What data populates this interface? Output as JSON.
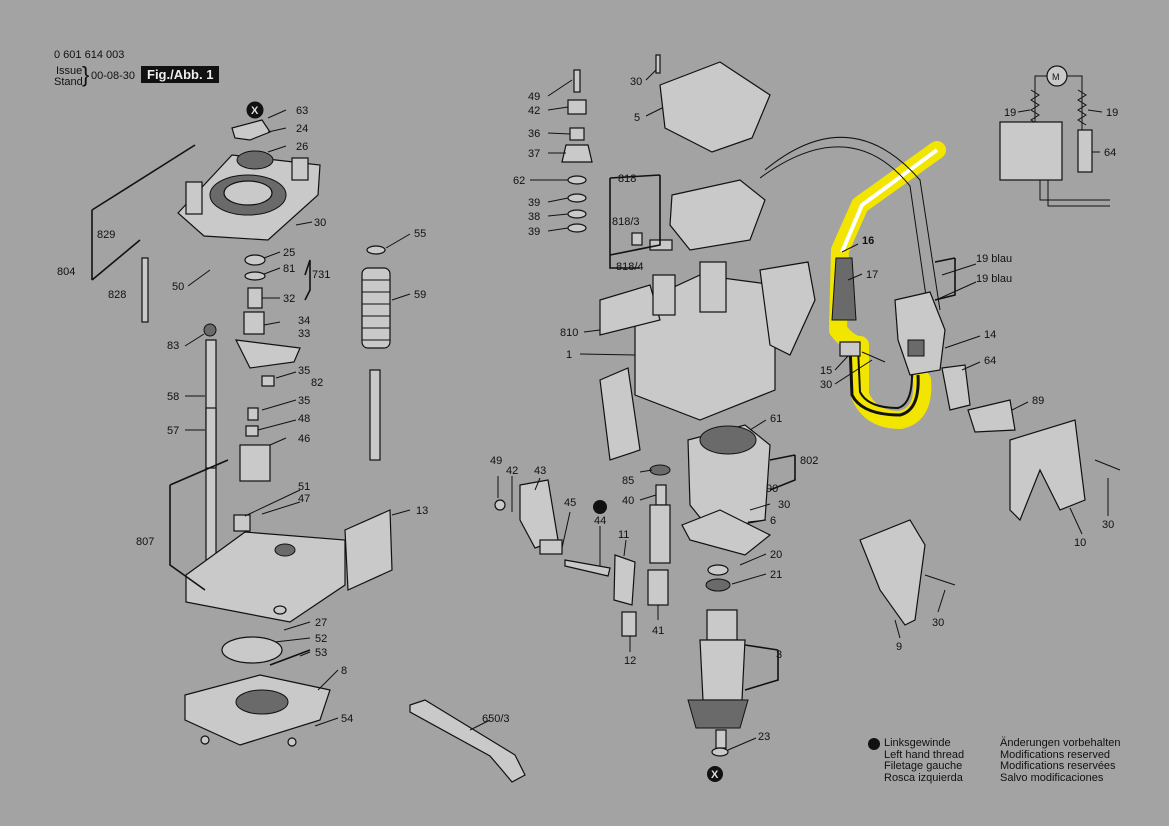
{
  "header": {
    "part_number": "0 601 614 003",
    "issue_label": "Issue",
    "stand_label": "Stand",
    "date": "00-08-30",
    "figure": "Fig./Abb. 1"
  },
  "legend": {
    "left": [
      "Linksgewinde",
      "Left hand thread",
      "Filetage gauche",
      "Rosca izquierda"
    ],
    "right": [
      "Änderungen vorbehalten",
      "Modifications reserved",
      "Modifications reservées",
      "Salvo modificaciones"
    ]
  },
  "labels": {
    "l63": "63",
    "l24": "24",
    "l26": "26",
    "l30a": "30",
    "l829": "829",
    "l804": "804",
    "l25": "25",
    "l81": "81",
    "l731": "731",
    "l50": "50",
    "l828": "828",
    "l32": "32",
    "l34": "34",
    "l33": "33",
    "l83": "83",
    "l35a": "35",
    "l82": "82",
    "l58": "58",
    "l35b": "35",
    "l48": "48",
    "l57": "57",
    "l46": "46",
    "l51": "51",
    "l47": "47",
    "l807": "807",
    "l27": "27",
    "l52": "52",
    "l53": "53",
    "l8": "8",
    "l54": "54",
    "l55": "55",
    "l59": "59",
    "l13": "13",
    "l6503": "650/3",
    "l49a": "49",
    "l42a": "42",
    "l36": "36",
    "l37": "37",
    "l62": "62",
    "l39a": "39",
    "l38": "38",
    "l39b": "39",
    "l30b": "30",
    "l5": "5",
    "l818": "818",
    "l8183": "818/3",
    "l8184": "818/4",
    "l810": "810",
    "l1": "1",
    "l16": "16",
    "l17": "17",
    "l19a": "19 blau",
    "l19b": "19 blau",
    "l14": "14",
    "l15": "15",
    "l30c": "30",
    "l64a": "64",
    "l89": "89",
    "l61": "61",
    "l802": "802",
    "l90": "90",
    "l30d": "30",
    "l6": "6",
    "l85": "85",
    "l40": "40",
    "l49b": "49",
    "l42b": "42",
    "l43": "43",
    "l45": "45",
    "l44": "44",
    "l11": "11",
    "l41": "41",
    "l12": "12",
    "l20": "20",
    "l21": "21",
    "l3": "3",
    "l23": "23",
    "l10": "10",
    "l30e": "30",
    "l30f": "30",
    "l9": "9",
    "l19c": "19",
    "l19d": "19",
    "l64b": "64",
    "lM": "M"
  },
  "colors": {
    "background": "#a3a3a3",
    "highlight": "#f2e600",
    "ink": "#111111"
  }
}
